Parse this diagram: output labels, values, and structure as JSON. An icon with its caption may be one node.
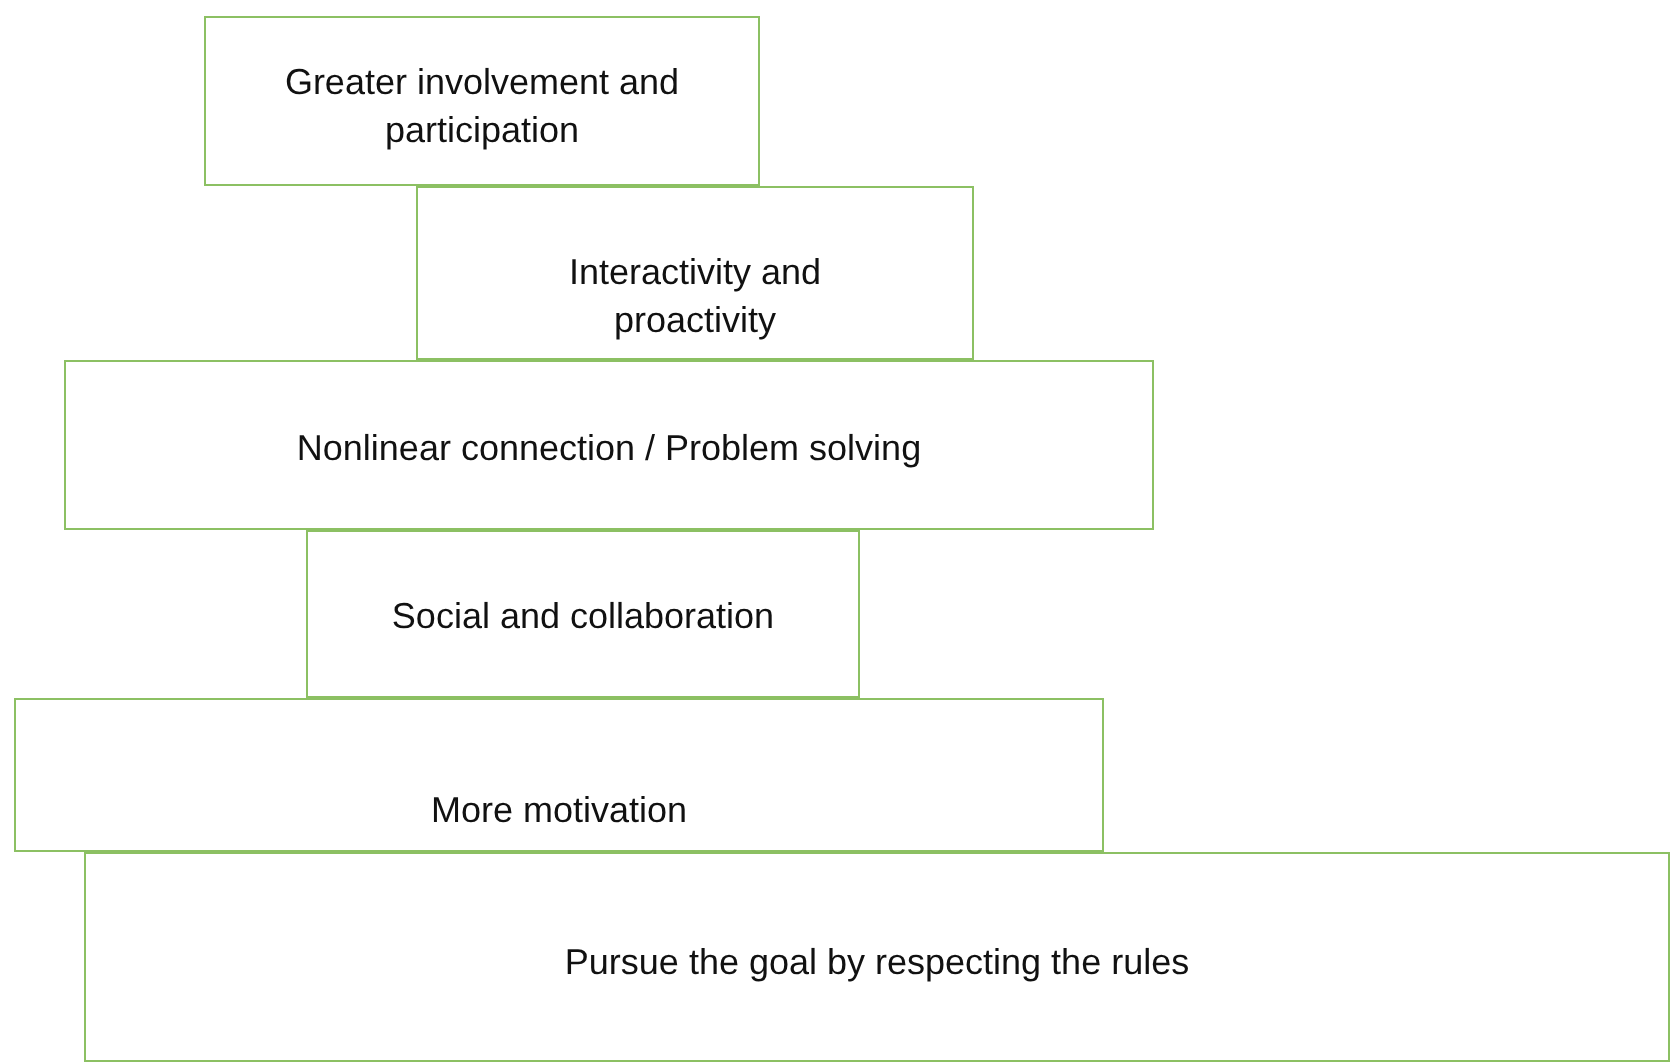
{
  "diagram": {
    "nodes": [
      {
        "text": [
          "Greater involvement and participation"
        ]
      },
      {
        "text": [
          "Interactivity and proactivity"
        ]
      },
      {
        "text": [
          "Nonlinear connection / Problem solving"
        ]
      },
      {
        "text": [
          "Social and collaboration"
        ]
      },
      {
        "text": [
          "More motivation"
        ]
      },
      {
        "text": [
          "Pursue the goal by respecting the rules"
        ]
      }
    ]
  }
}
